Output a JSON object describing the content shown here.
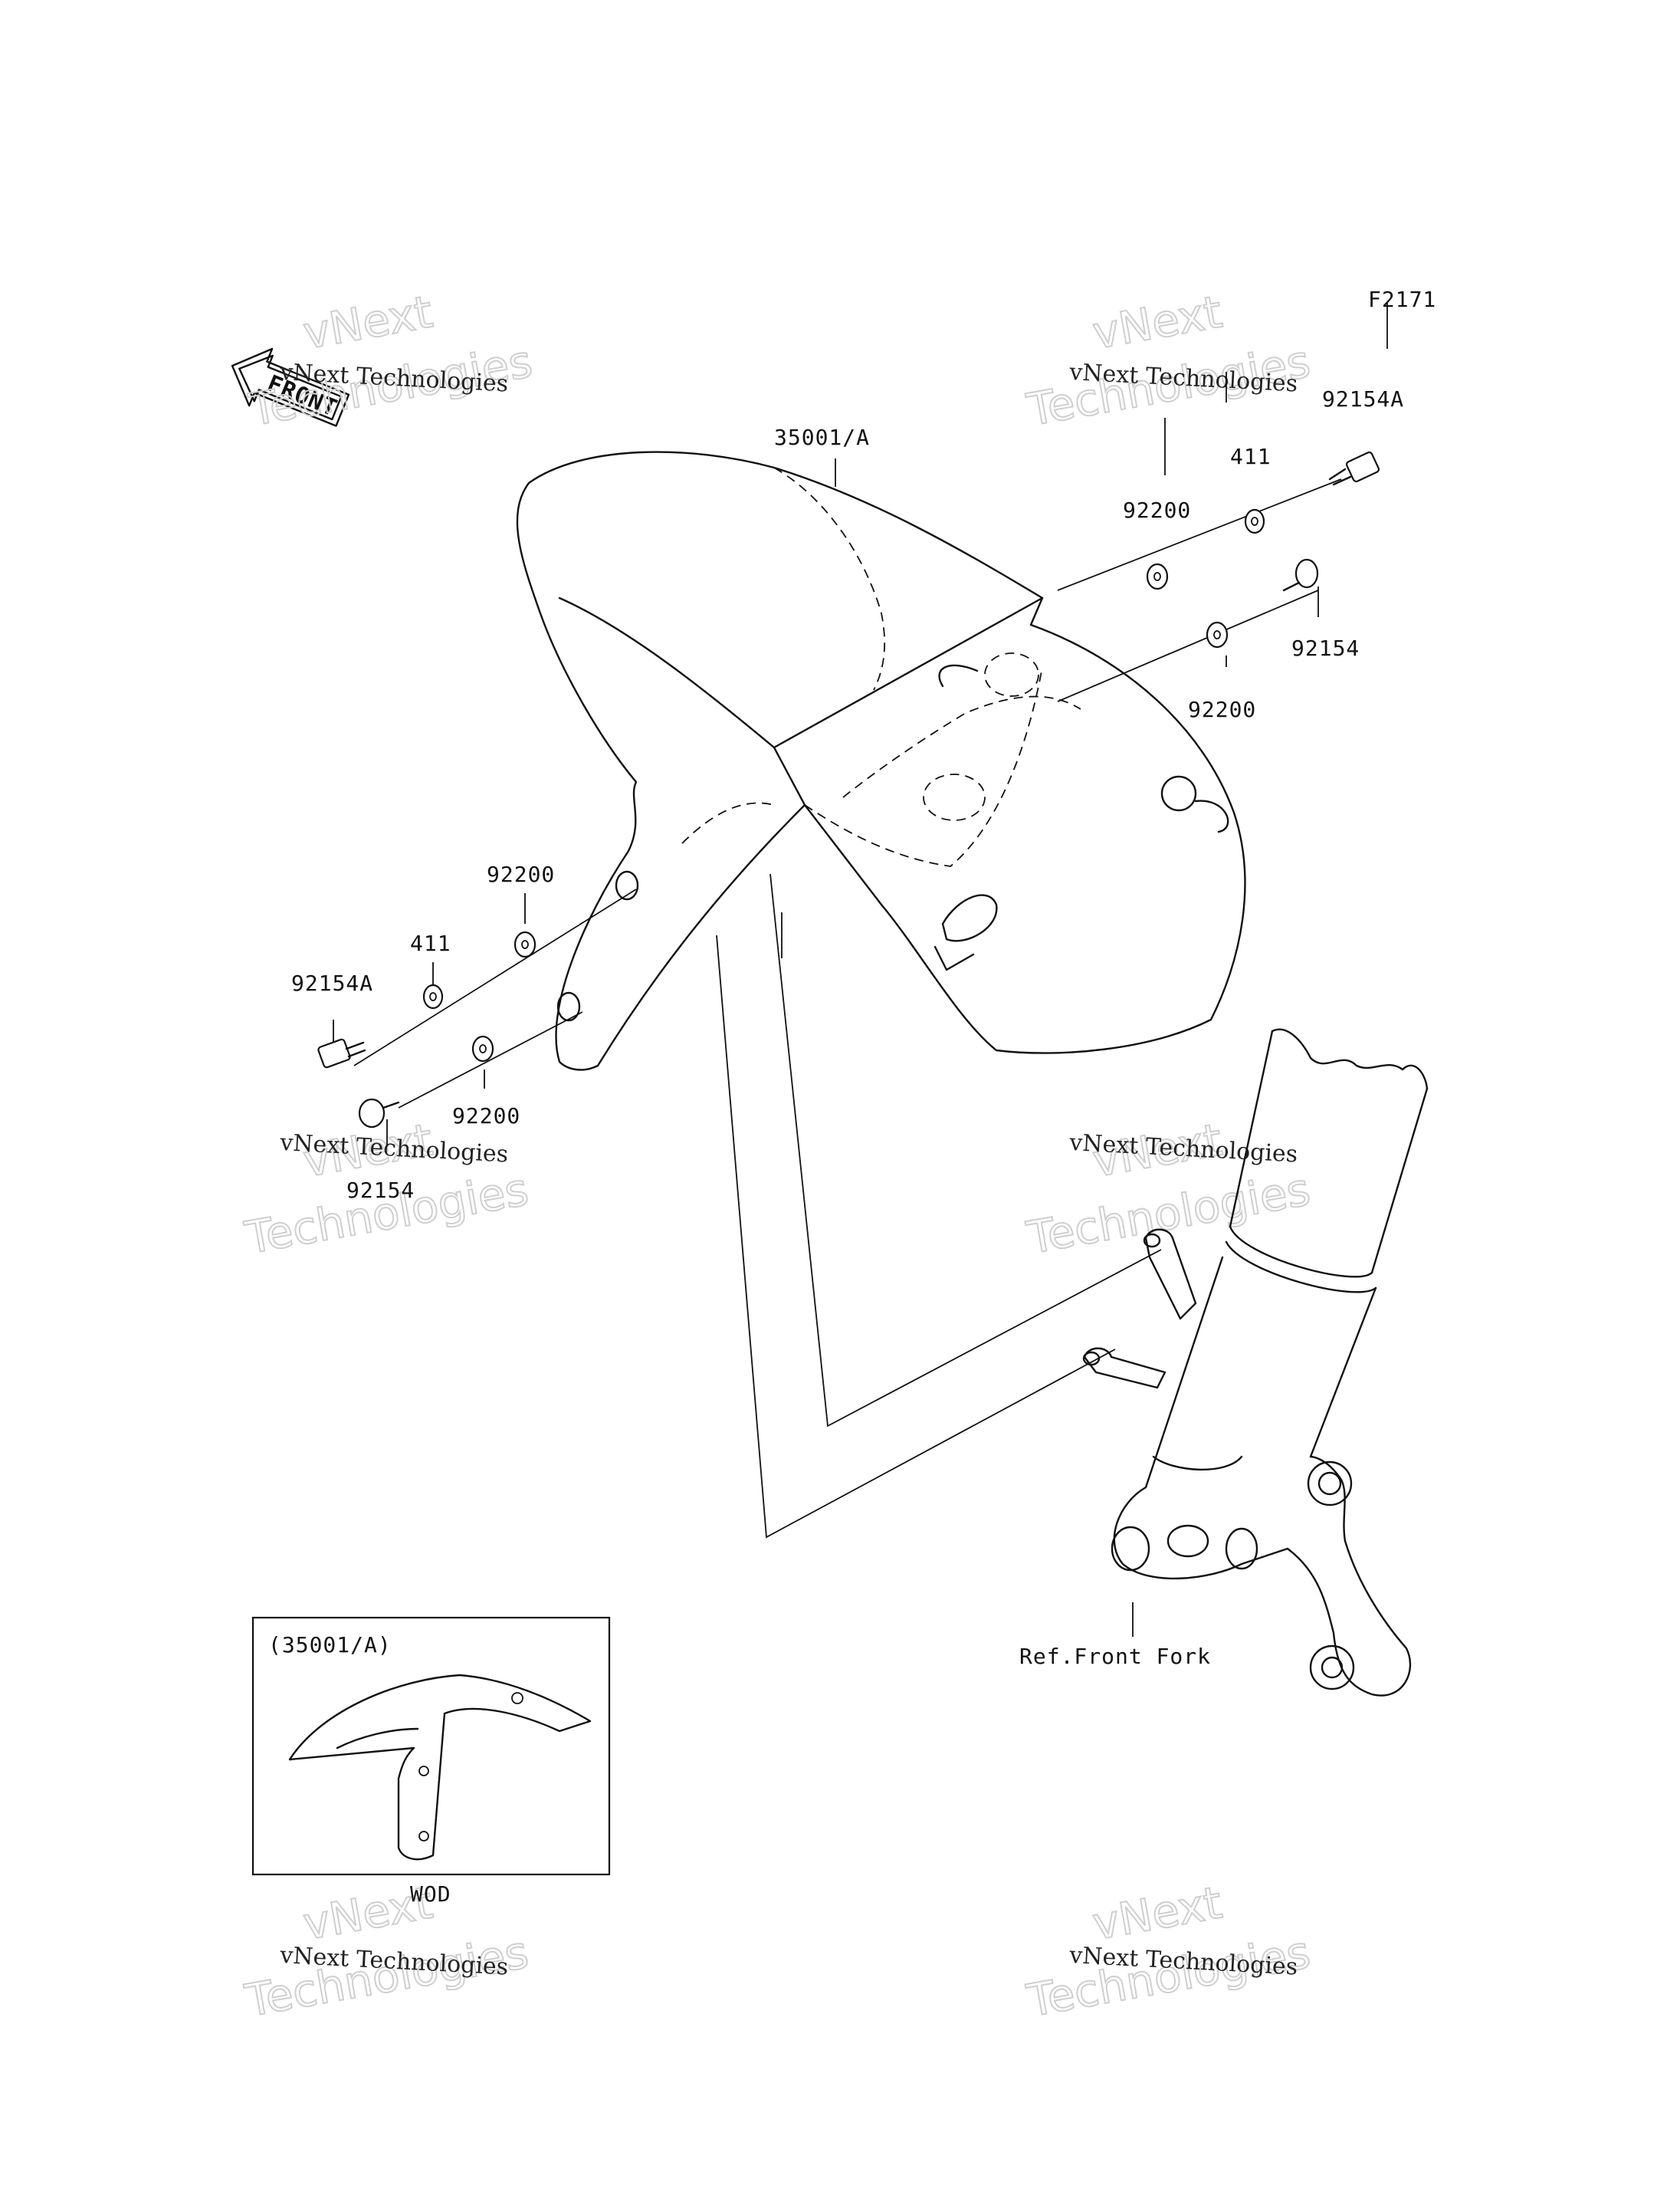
{
  "diagram_code": "F2171",
  "front_label": "FRONT",
  "watermark": {
    "line1": "vNext",
    "line2": "Technologies",
    "caption": "vNext Technologies"
  },
  "parts": {
    "fender": "35001/A",
    "bolt_a_right": "92154A",
    "washer_411_right": "411",
    "washer_92200_upper_right": "92200",
    "bolt_right": "92154",
    "washer_92200_lower_right": "92200",
    "washer_92200_left": "92200",
    "washer_411_left": "411",
    "bolt_a_left": "92154A",
    "washer_92200_lower_left": "92200",
    "bolt_left": "92154"
  },
  "ref_front_fork": "Ref.Front Fork",
  "inset": {
    "title": "(35001/A)",
    "caption": "WOD"
  }
}
